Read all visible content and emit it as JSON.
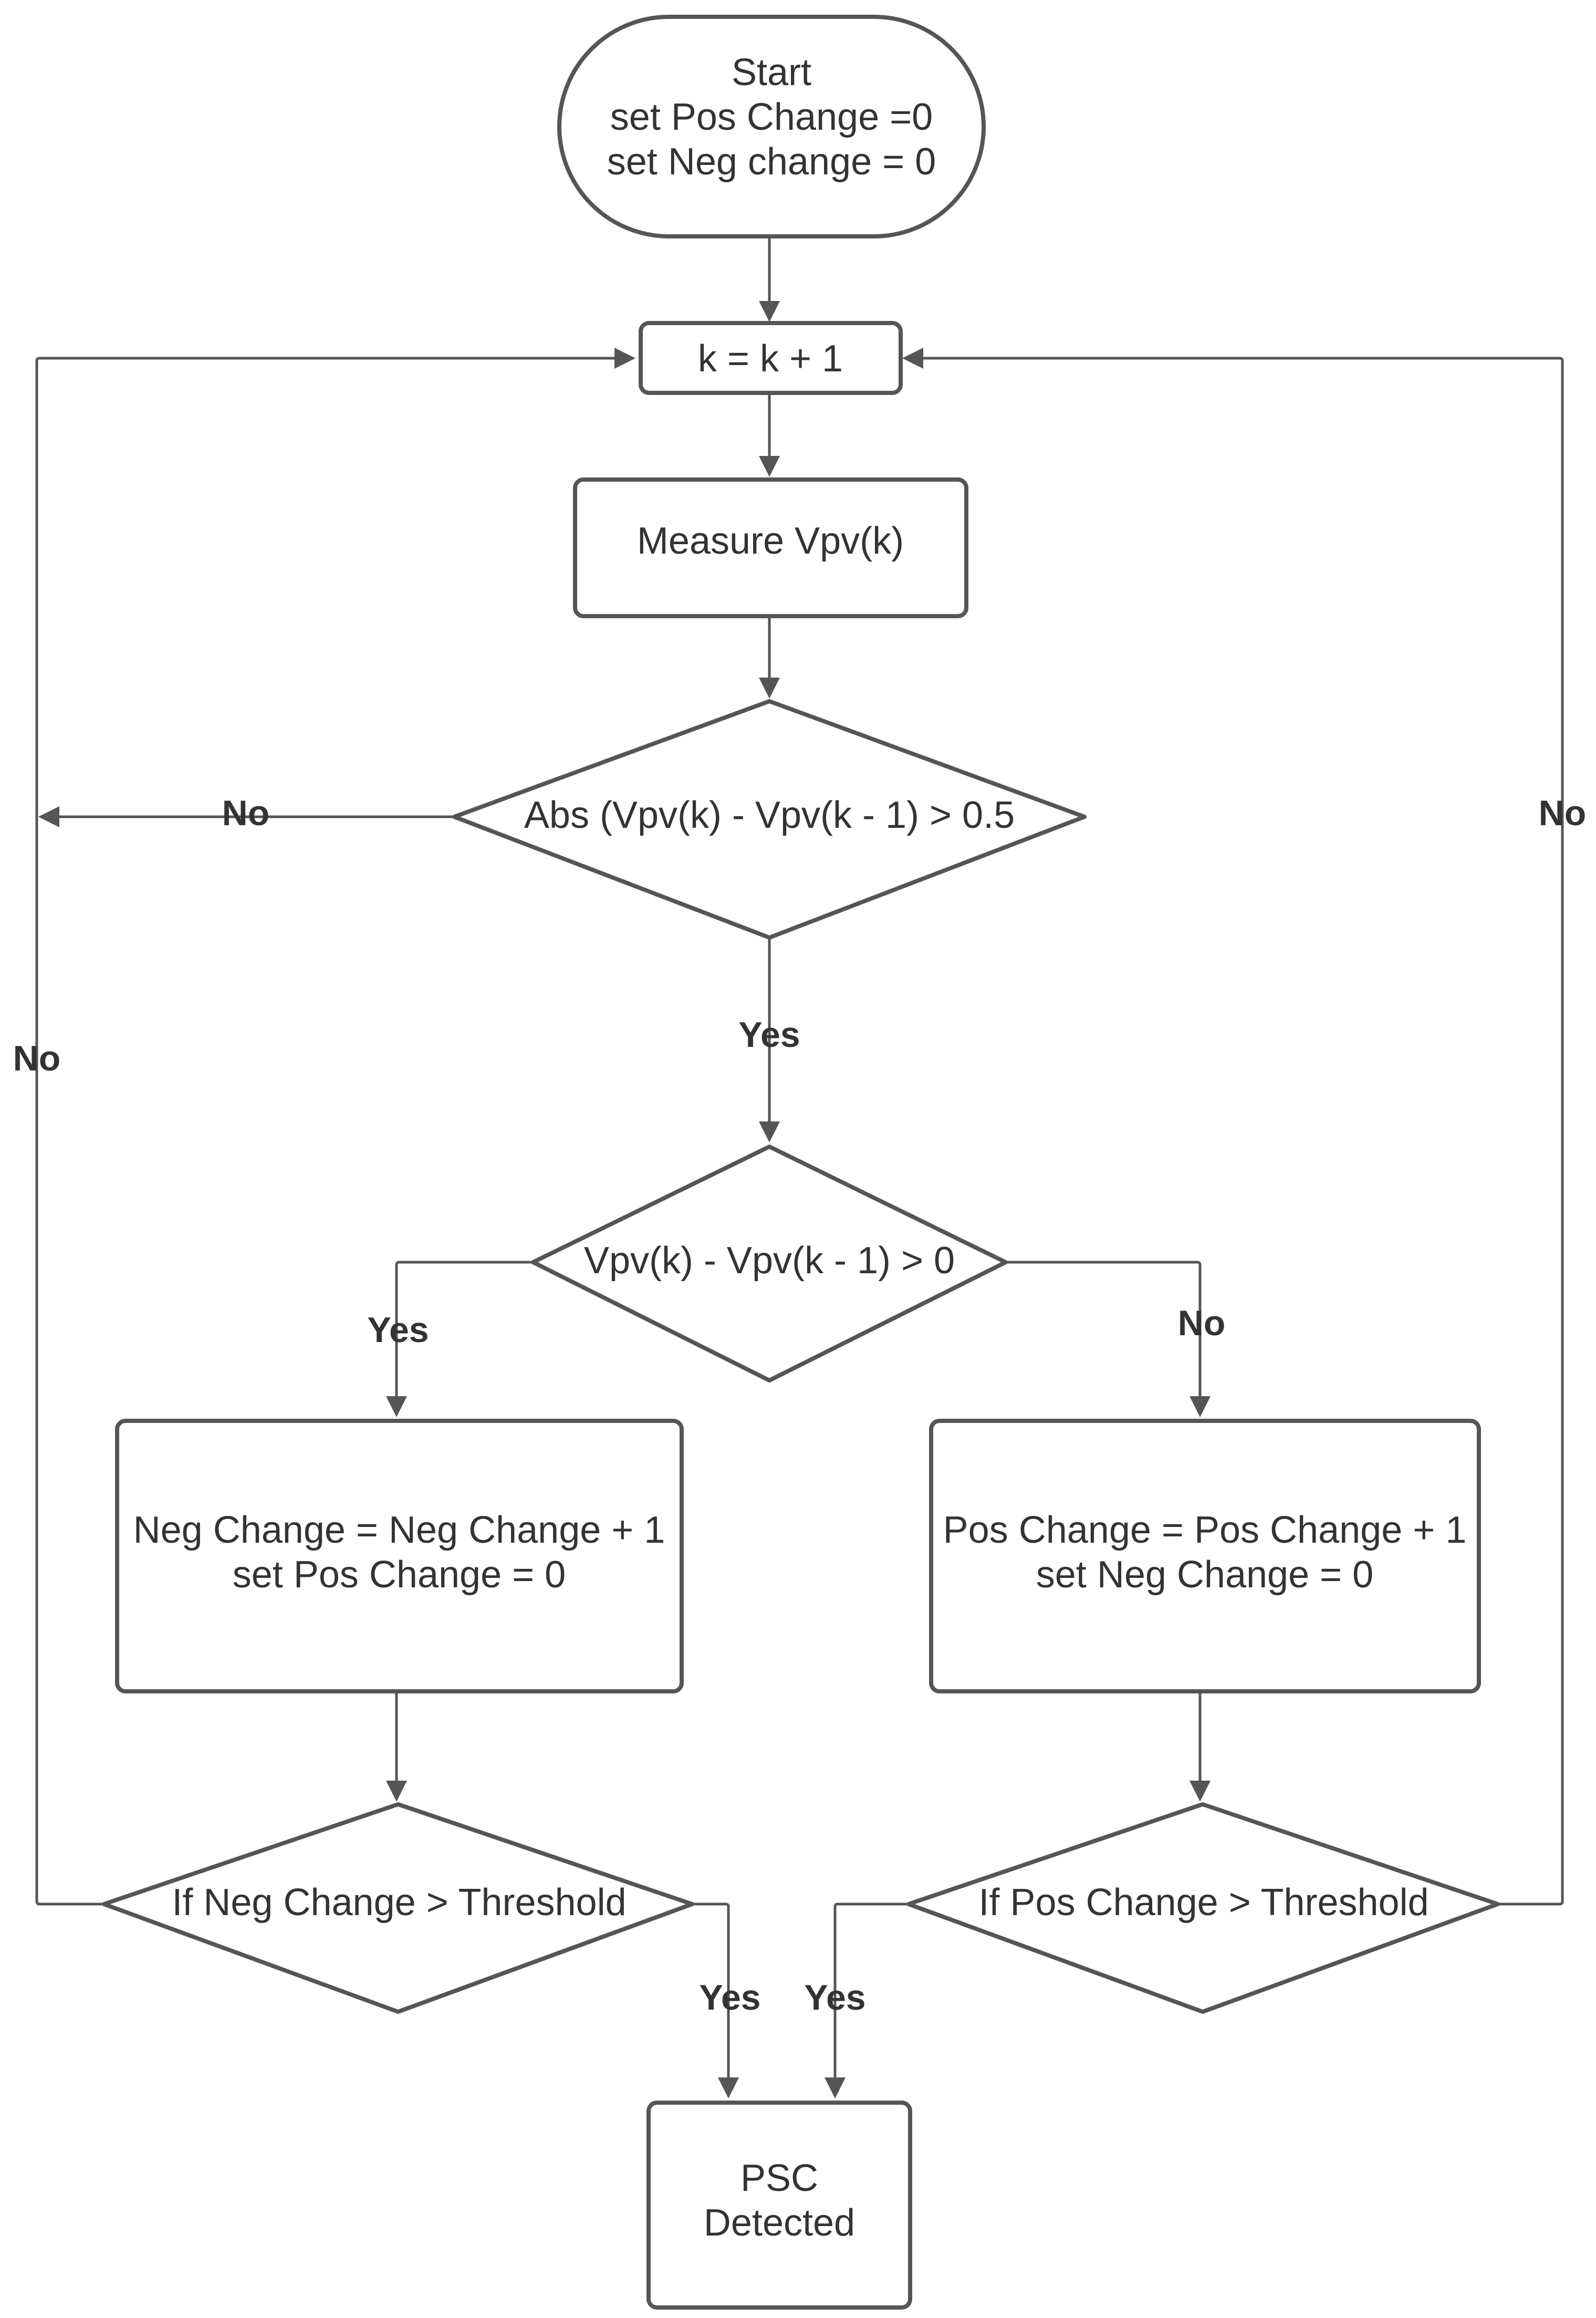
{
  "diagram": {
    "nodes": {
      "start": {
        "lines": [
          "Start",
          "set Pos Change =0",
          "set Neg change = 0"
        ]
      },
      "increment": {
        "lines": [
          "k = k + 1"
        ]
      },
      "measure": {
        "lines": [
          "Measure Vpv(k)"
        ]
      },
      "abs_check": {
        "lines": [
          "Abs (Vpv(k) - Vpv(k - 1) > 0.5"
        ]
      },
      "diff_check": {
        "lines": [
          "Vpv(k) - Vpv(k - 1) > 0"
        ]
      },
      "neg_update": {
        "lines": [
          "Neg Change = Neg Change + 1",
          "set Pos Change = 0"
        ]
      },
      "pos_update": {
        "lines": [
          "Pos Change = Pos Change + 1",
          "set Neg Change = 0"
        ]
      },
      "neg_threshold": {
        "lines": [
          "If Neg Change > Threshold"
        ]
      },
      "pos_threshold": {
        "lines": [
          "If Pos Change > Threshold"
        ]
      },
      "psc": {
        "lines": [
          "PSC",
          "Detected"
        ]
      }
    },
    "edge_labels": {
      "abs_no": "No",
      "abs_yes": "Yes",
      "diff_yes": "Yes",
      "diff_no": "No",
      "neg_no": "No",
      "pos_no": "No",
      "neg_yes": "Yes",
      "pos_yes": "Yes"
    },
    "colors": {
      "stroke": "#555555",
      "fill": "#ffffff",
      "text": "#333333"
    }
  }
}
